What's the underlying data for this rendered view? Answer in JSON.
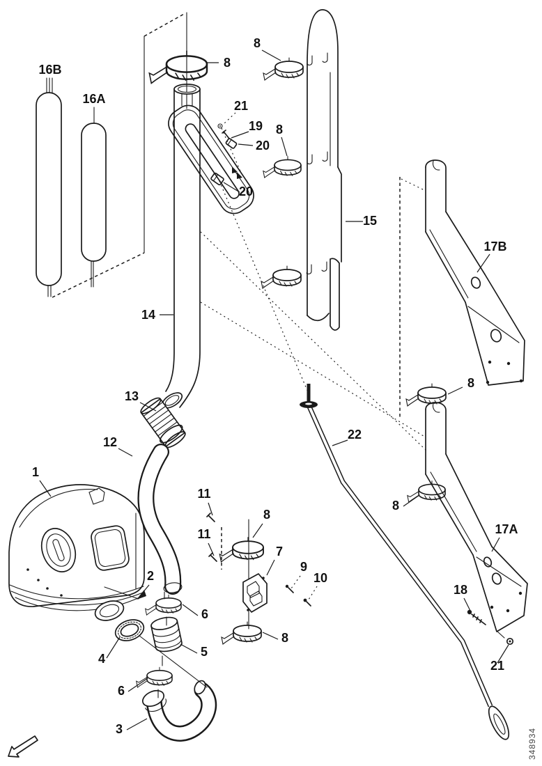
{
  "figure": {
    "type": "exploded-parts-diagram",
    "background": "#ffffff",
    "line_color": "#1a1a1a",
    "watermark": "348934"
  },
  "labels": [
    {
      "part": "16B",
      "text": "16B"
    },
    {
      "part": "16A",
      "text": "16A"
    },
    {
      "part": "8",
      "text": "8"
    },
    {
      "part": "8",
      "text": "8"
    },
    {
      "part": "21",
      "text": "21"
    },
    {
      "part": "19",
      "text": "19"
    },
    {
      "part": "20",
      "text": "20"
    },
    {
      "part": "20",
      "text": "20"
    },
    {
      "part": "8",
      "text": "8"
    },
    {
      "part": "15",
      "text": "15"
    },
    {
      "part": "17B",
      "text": "17B"
    },
    {
      "part": "8",
      "text": "8"
    },
    {
      "part": "14",
      "text": "14"
    },
    {
      "part": "13",
      "text": "13"
    },
    {
      "part": "22",
      "text": "22"
    },
    {
      "part": "12",
      "text": "12"
    },
    {
      "part": "1",
      "text": "1"
    },
    {
      "part": "11",
      "text": "11"
    },
    {
      "part": "11",
      "text": "11"
    },
    {
      "part": "8",
      "text": "8"
    },
    {
      "part": "8",
      "text": "8"
    },
    {
      "part": "17A",
      "text": "17A"
    },
    {
      "part": "7",
      "text": "7"
    },
    {
      "part": "9",
      "text": "9"
    },
    {
      "part": "10",
      "text": "10"
    },
    {
      "part": "2",
      "text": "2"
    },
    {
      "part": "18",
      "text": "18"
    },
    {
      "part": "8",
      "text": "8"
    },
    {
      "part": "6",
      "text": "6"
    },
    {
      "part": "5",
      "text": "5"
    },
    {
      "part": "4",
      "text": "4"
    },
    {
      "part": "6",
      "text": "6"
    },
    {
      "part": "3",
      "text": "3"
    },
    {
      "part": "21",
      "text": "21"
    }
  ]
}
